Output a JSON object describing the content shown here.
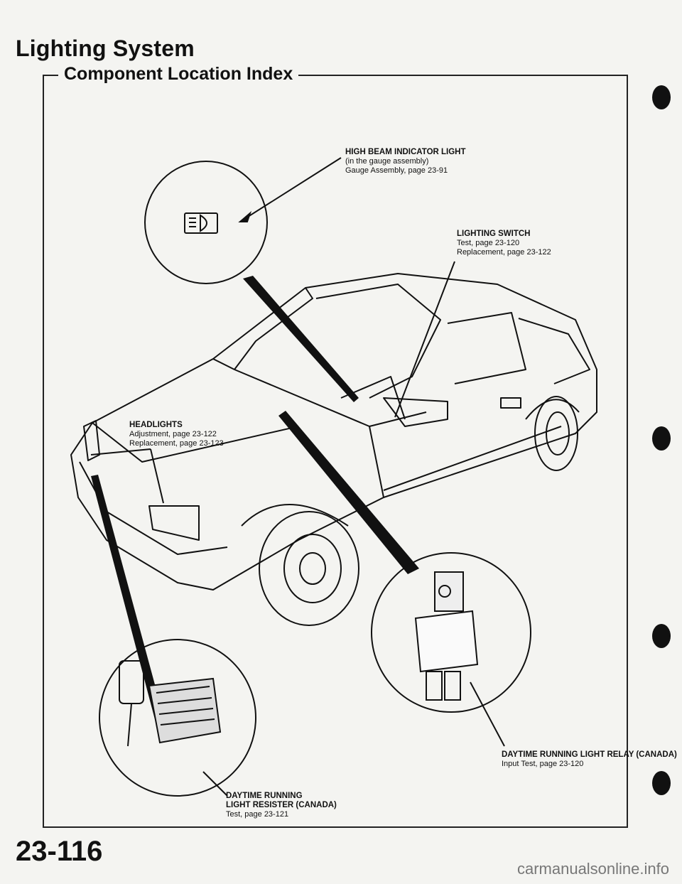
{
  "header": {
    "title": "Lighting System",
    "subtitle": "Component Location Index"
  },
  "callouts": {
    "high_beam": {
      "head": "HIGH BEAM INDICATOR LIGHT",
      "line1": "(in the gauge assembly)",
      "line2": "Gauge Assembly, page 23-91"
    },
    "lighting_switch": {
      "head": "LIGHTING SWITCH",
      "line1": "Test, page 23-120",
      "line2": "Replacement, page 23-122"
    },
    "headlights": {
      "head": "HEADLIGHTS",
      "line1": "Adjustment, page 23-122",
      "line2": "Replacement, page 23-123"
    },
    "drl_relay": {
      "head": "DAYTIME RUNNING LIGHT RELAY (CANADA)",
      "line1": "Input Test, page 23-120"
    },
    "drl_resister": {
      "head1": "DAYTIME RUNNING",
      "head2": "LIGHT RESISTER (CANADA)",
      "line1": "Test, page 23-121"
    }
  },
  "footer": {
    "page_number": "23-116",
    "watermark": "carmanualsonline.info"
  }
}
